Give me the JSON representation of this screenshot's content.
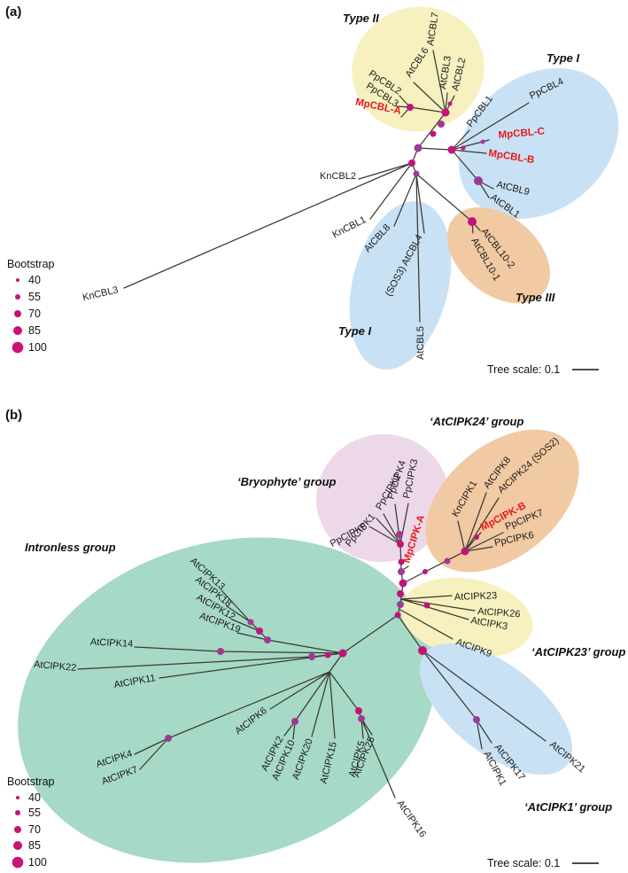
{
  "colors": {
    "blob_yellow": "#f6f1bf",
    "blob_blue": "#c9e1f4",
    "blob_orange": "#f1c9a2",
    "blob_pink": "#edd8ea",
    "blob_green": "#a6d9c6",
    "node_magenta": "#c2137c",
    "node_purple": "#9d3a96",
    "legend_dot": "#cb1277",
    "branch": "#3a3a32",
    "highlight_red": "#e8191f",
    "text": "#1a1a1a"
  },
  "legend": {
    "title": "Bootstrap",
    "items": [
      "40",
      "55",
      "70",
      "85",
      "100"
    ]
  },
  "panel_a": {
    "tag": "(a)",
    "tree_scale": "Tree scale: 0.1",
    "groups": {
      "type2": "Type II",
      "type1_top": "Type I",
      "type1_bottom": "Type I",
      "type3": "Type III"
    },
    "taxa": {
      "atcbl7": "AtCBL7",
      "atcbl6": "AtCBL6",
      "atcbl3": "AtCBL3",
      "atcbl2": "AtCBL2",
      "ppcbl2": "PpCBL2",
      "ppcbl3": "PpCBL3",
      "mpcbl_a": "MpCBL-A",
      "ppcbl1": "PpCBL1",
      "ppcbl4": "PpCBL4",
      "mpcbl_c": "MpCBL-C",
      "mpcbl_b": "MpCBL-B",
      "atcbl9": "AtCBL9",
      "atcbl1": "AtCBL1",
      "kncbl2": "KnCBL2",
      "kncbl1": "KnCBL1",
      "kncbl3": "KnCBL3",
      "atcbl8": "AtCBL8",
      "atcbl4": "(SOS3) AtCBL4",
      "atcbl5": "AtCBL5",
      "atcbl10_2": "AtCBL10-2",
      "atcbl10_1": "AtCBL10-1"
    }
  },
  "panel_b": {
    "tag": "(b)",
    "tree_scale": "Tree scale: 0.1",
    "groups": {
      "intronless": "Intronless group",
      "bryophyte": "‘Bryophyte’ group",
      "atcipk24": "‘AtCIPK24’ group",
      "atcipk23": "‘AtCIPK23’ group",
      "atcipk1": "‘AtCIPK1’ group"
    },
    "taxa": {
      "ppcipk3": "PpCIPK3",
      "ppcipk4": "PpCIPK4",
      "ppcipk2": "PpCIPK2",
      "ppcipk1": "PpCIPK1",
      "ppcipk5": "PpCIPK5",
      "mpcipk_a": "MpCIPK-A",
      "kncipk1": "KnCIPK1",
      "atcipk8": "AtCIPK8",
      "atcipk24": "AtCIPK24 (SOS2)",
      "mpcipk_b": "MpCIPK-B",
      "ppcipk7": "PpCIPK7",
      "ppcipk6": "PpCIPK6",
      "atcipk23": "AtCIPK23",
      "atcipk26": "AtCIPK26",
      "atcipk3": "AtCIPK3",
      "atcipk9": "AtCIPK9",
      "atcipk21": "AtCIPK21",
      "atcipk17": "AtCIPK17",
      "atcipk1": "AtCIPK1",
      "atcipk13": "AtCIPK13",
      "atcipk18": "AtCIPK18",
      "atcipk12": "AtCIPK12",
      "atcipk19": "AtCIPK19",
      "atcipk14": "AtCIPK14",
      "atcipk22": "AtCIPK22",
      "atcipk11": "AtCIPK11",
      "atcipk6": "AtCIPK6",
      "atcipk2": "AtCIPK2",
      "atcipk10": "AtCIPK10",
      "atcipk20": "AtCIPK20",
      "atcipk15": "AtCIPK15",
      "atcipk25": "AtCIPK25",
      "atcipk5": "AtCIPK5",
      "atcipk16": "AtCIPK16",
      "atcipk4": "AtCIPK4",
      "atcipk7": "AtCIPK7"
    }
  }
}
